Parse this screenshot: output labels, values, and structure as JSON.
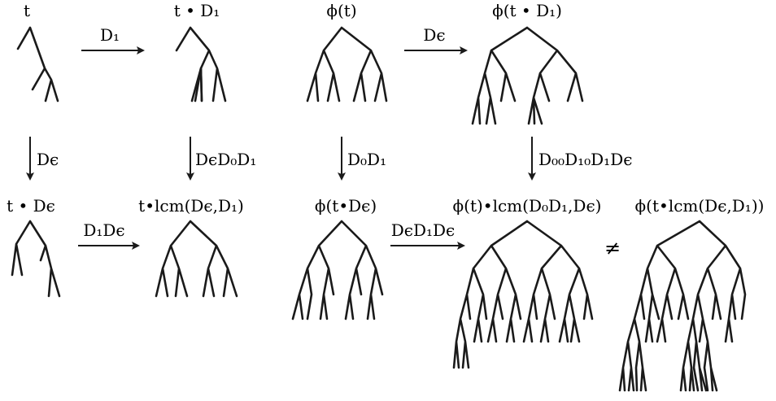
{
  "labels": {
    "n_t": "t",
    "n_tD1": "t • D₁",
    "n_phit": "ϕ(t)",
    "n_phitD1": "ϕ(t • D₁)",
    "n_tDe": "t • Dϵ",
    "n_tlcm": "t•lcm(Dϵ,D₁)",
    "n_phitDe": "ϕ(t•Dϵ)",
    "n_philcm1": "ϕ(t)•lcm(D₀D₁,Dϵ)",
    "n_philcm2": "ϕ(t•lcm(Dϵ,D₁))",
    "a_top1": "D₁",
    "a_top2": "Dϵ",
    "a_down1": "Dϵ",
    "a_down2": "DϵD₀D₁",
    "a_down3": "D₀D₁",
    "a_down4": "D₀₀D₁₀D₁Dϵ",
    "a_bot1": "D₁Dϵ",
    "a_bot2": "DϵD₁Dϵ",
    "neq": "≠"
  }
}
